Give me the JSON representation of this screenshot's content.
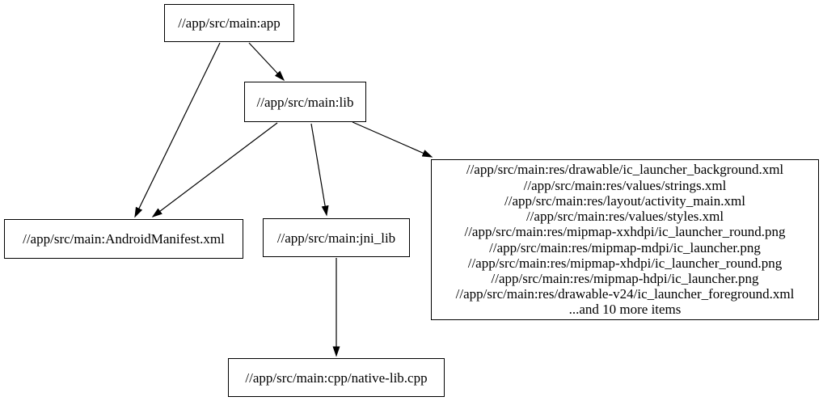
{
  "diagram": {
    "type": "dependency-graph",
    "colors": {
      "background": "#ffffff",
      "node_fill": "#ffffff",
      "node_border": "#000000",
      "edge": "#000000",
      "text": "#000000"
    },
    "nodes": {
      "app": {
        "label": "//app/src/main:app"
      },
      "lib": {
        "label": "//app/src/main:lib"
      },
      "android_manifest": {
        "label": "//app/src/main:AndroidManifest.xml"
      },
      "jni_lib": {
        "label": "//app/src/main:jni_lib"
      },
      "resources": {
        "lines": [
          "//app/src/main:res/drawable/ic_launcher_background.xml",
          "//app/src/main:res/values/strings.xml",
          "//app/src/main:res/layout/activity_main.xml",
          "//app/src/main:res/values/styles.xml",
          "//app/src/main:res/mipmap-xxhdpi/ic_launcher_round.png",
          "//app/src/main:res/mipmap-mdpi/ic_launcher.png",
          "//app/src/main:res/mipmap-xhdpi/ic_launcher_round.png",
          "//app/src/main:res/mipmap-hdpi/ic_launcher.png",
          "//app/src/main:res/drawable-v24/ic_launcher_foreground.xml",
          "...and 10 more items"
        ]
      },
      "native_lib_cpp": {
        "label": "//app/src/main:cpp/native-lib.cpp"
      }
    },
    "edges": [
      {
        "from": "app",
        "to": "lib"
      },
      {
        "from": "app",
        "to": "android_manifest"
      },
      {
        "from": "lib",
        "to": "android_manifest"
      },
      {
        "from": "lib",
        "to": "jni_lib"
      },
      {
        "from": "lib",
        "to": "resources"
      },
      {
        "from": "jni_lib",
        "to": "native_lib_cpp"
      }
    ]
  }
}
